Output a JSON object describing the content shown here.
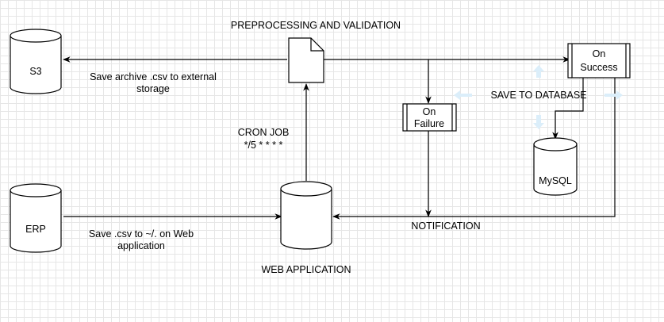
{
  "nodes": {
    "s3": "S3",
    "erp": "ERP",
    "mysql": "MySQL",
    "web_app": "WEB APPLICATION",
    "on_success_line1": "On",
    "on_success_line2": "Success",
    "on_failure_line1": "On",
    "on_failure_line2": "Failure"
  },
  "labels": {
    "preprocessing": "PREPROCESSING AND VALIDATION",
    "save_archive_line1": "Save archive .csv to external",
    "save_archive_line2": "storage",
    "cron_job_line1": "CRON JOB",
    "cron_job_line2": "*/5 * * * *",
    "save_to_db": "SAVE TO DATABASE",
    "notification": "NOTIFICATION",
    "save_csv_line1": "Save .csv to ~/. on Web",
    "save_csv_line2": "application"
  },
  "colors": {
    "stroke": "#000000",
    "hint_arrow": "#dbeefa"
  }
}
